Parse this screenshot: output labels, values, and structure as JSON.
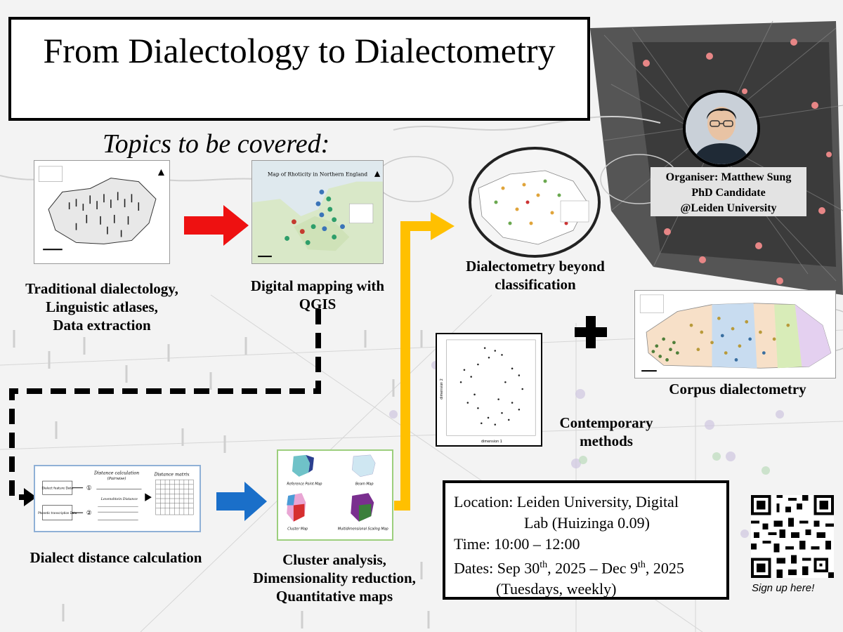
{
  "poster": {
    "title": "From Dialectology to Dialectometry",
    "subtitle": "Topics to be covered:"
  },
  "topics": {
    "traditional": [
      "Traditional dialectology,",
      "Linguistic atlases,",
      "Data extraction"
    ],
    "digital_mapping": [
      "Digital mapping with",
      "QGIS"
    ],
    "beyond": [
      "Dialectometry beyond",
      "classification"
    ],
    "corpus": "Corpus dialectometry",
    "contemporary": [
      "Contemporary",
      "methods"
    ],
    "distance": "Dialect distance calculation",
    "cluster": [
      "Cluster analysis,",
      "Dimensionality reduction,",
      "Quantitative maps"
    ]
  },
  "thumbs": {
    "rhoticity_title": "Map of Rhoticity in Northern England",
    "distance_calc_title": "Distance calculation",
    "distance_calc_sub": "(Pairwise)",
    "distance_matrix_title": "Distance matrix",
    "dialect_feature_data": "Dialect feature Data",
    "phonetic_data": "Phonetic transcription Data",
    "levenshtein": "Levenshtein Distance",
    "reference_point_map": "Reference Point Map",
    "beam_map": "Beam Map",
    "cluster_map": "Cluster Map",
    "mds_map": "Multidimensional Scaling Map",
    "dimension_1": "dimension 1",
    "dimension_2": "dimension 2"
  },
  "organiser": {
    "line1": "Organiser: Matthew Sung",
    "line2": "PhD Candidate",
    "line3": "@Leiden University"
  },
  "info": {
    "location_line1": "Location: Leiden University, Digital",
    "location_line2": "Lab (Huizinga 0.09)",
    "time": "Time: 10:00 – 12:00",
    "dates_prefix": "Dates: Sep 30",
    "dates_sup1": "th",
    "dates_mid": ", 2025 – Dec 9",
    "dates_sup2": "th",
    "dates_suffix": ", 2025",
    "dates_note": "(Tuesdays, weekly)"
  },
  "signup": "Sign up here!",
  "colors": {
    "red_arrow": "#ee1111",
    "blue_arrow": "#1a6fc9",
    "yellow_arrow": "#ffc000",
    "black": "#000000"
  }
}
